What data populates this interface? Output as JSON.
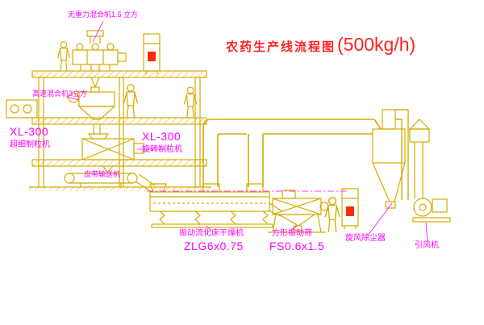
{
  "title": {
    "main": "农药生产线流程图",
    "capacity": "(500kg/h)"
  },
  "labels": {
    "top_mixer": "无重力混合机1.5 立方",
    "high_speed_mixer": "高速混合机3立方",
    "granulator_left_model": "XL-300",
    "granulator_left_name": "超细制粒机",
    "granulator_mid_model": "XL-300",
    "granulator_mid_name": "旋转制粒机",
    "belt_conveyor": "皮带输送机",
    "dryer_name": "振动流化床干燥机",
    "dryer_model": "ZLG6x0.75",
    "sieve_name": "方形振动筛",
    "sieve_model": "FS0.6x1.5",
    "cyclone": "旋风除尘器",
    "fan": "引风机"
  },
  "equipment_icons": [
    "gravity-free-mixer-icon",
    "control-cabinet-icon",
    "high-speed-mixer-icon",
    "rotary-granulator-icon",
    "belt-conveyor-icon",
    "vibrating-fluid-bed-dryer-icon",
    "square-vibrating-sieve-icon",
    "cyclone-dust-collector-icon",
    "induced-draft-fan-icon",
    "exhaust-stack-icon",
    "operator-figure-icon"
  ],
  "colors": {
    "line": "#d4ac00",
    "label": "#ff00ff",
    "title": "#ff2222",
    "alert": "#ff2a00",
    "background": "#ffffff"
  }
}
